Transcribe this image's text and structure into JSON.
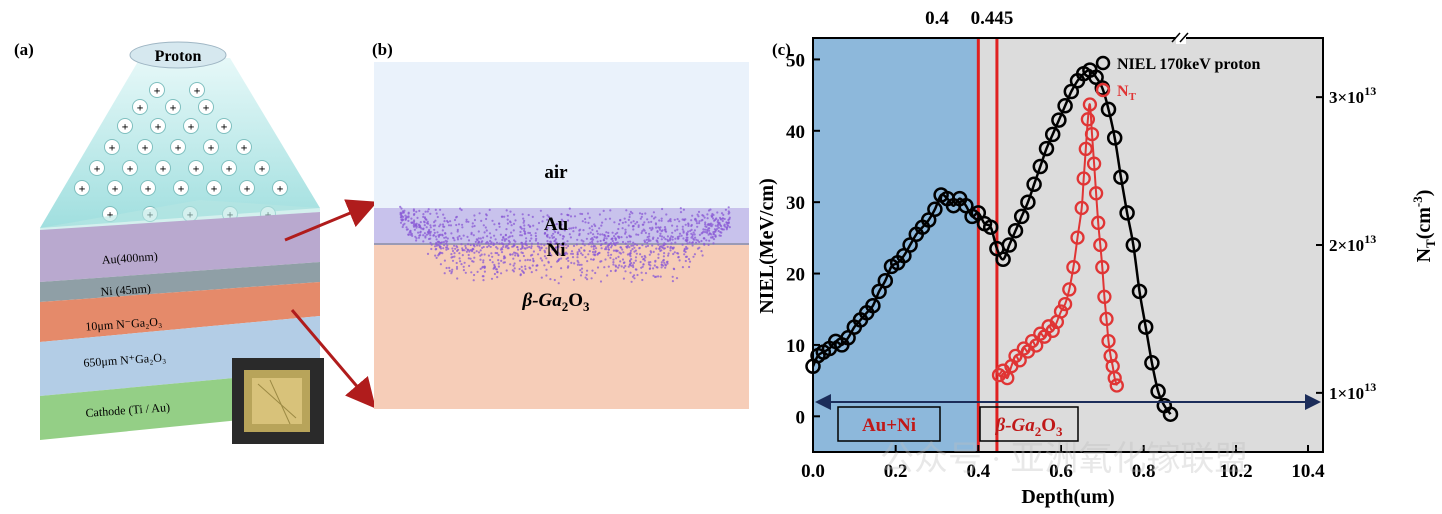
{
  "panel_a": {
    "label": "(a)",
    "source_label": "Proton",
    "layers": [
      {
        "text": "Au(400nm)"
      },
      {
        "text": "Ni  (45nm)"
      },
      {
        "text": "10μm N⁻Ga₂O₃"
      },
      {
        "text": "650μm N⁺Ga₂O₃"
      },
      {
        "text": "Cathode (Ti / Au)"
      }
    ],
    "colors": {
      "beam": "#9fe3e3",
      "au": "#b9a9cf",
      "ni": "#8f9fa6",
      "n_minus": "#e58a6a",
      "n_plus": "#b3cde6",
      "cathode": "#94cf86",
      "arrow": "#b01c1c"
    }
  },
  "panel_b": {
    "label": "(b)",
    "regions": {
      "air": "air",
      "au": "Au",
      "ni": "Ni",
      "substrate_prefix": "β-Ga",
      "sub1": "2",
      "mid": "O",
      "sub2": "3"
    },
    "colors": {
      "air": "#eaf2fb",
      "au": "#c8c2ec",
      "substrate": "#f6cdb8",
      "dots": "#8a5ad6"
    }
  },
  "chart_data": {
    "type": "scatter",
    "panel_label": "(c)",
    "xlabel": "Depth(um)",
    "ylabel": "NIEL(MeV/cm)",
    "y2label_main": "N",
    "y2label_sub": "T",
    "y2label_unit": "(cm",
    "y2label_exp": "-3",
    "y2label_close": ")",
    "xlim": [
      0,
      0.9
    ],
    "ylim": [
      -5,
      53
    ],
    "y2lim": [
      6000000000000.0,
      34000000000000.0
    ],
    "x_ticks": [
      0.0,
      0.2,
      0.4,
      0.6,
      0.8
    ],
    "x_tick_labels": [
      "0.0",
      "0.2",
      "0.4",
      "0.6",
      "0.8"
    ],
    "x_break_tick_labels": [
      "10.2",
      "10.4"
    ],
    "y_ticks": [
      0,
      10,
      20,
      30,
      40,
      50
    ],
    "y_tick_labels": [
      "0",
      "10",
      "20",
      "30",
      "40",
      "50"
    ],
    "y2_ticks": [
      10000000000000.0,
      20000000000000.0,
      30000000000000.0
    ],
    "y2_tick_labels": [
      {
        "base": "1×10",
        "exp": "13"
      },
      {
        "base": "2×10",
        "exp": "13"
      },
      {
        "base": "3×10",
        "exp": "13"
      }
    ],
    "vlines": [
      {
        "x": 0.4,
        "label": "0.4"
      },
      {
        "x": 0.445,
        "label": "0.445"
      }
    ],
    "regions": [
      {
        "name": "Au+Ni",
        "from": 0.0,
        "to": 0.4,
        "color": "#8db8db"
      },
      {
        "name": "β-Ga₂O₃",
        "from": 0.4,
        "to": 0.9,
        "color": "#dcdcdc"
      }
    ],
    "region_box_labels": {
      "au_ni": "Au+Ni",
      "ga_prefix": "β-Ga",
      "ga_sub1": "2",
      "ga_mid": "O",
      "ga_sub2": "3"
    },
    "legend": {
      "position": "top-right",
      "niel_label": "NIEL 170keV proton",
      "nt_main": "N",
      "nt_sub": "T"
    },
    "series": [
      {
        "name": "NIEL 170keV proton",
        "color": "#000000",
        "axis": "left",
        "x": [
          0.0,
          0.012,
          0.025,
          0.04,
          0.055,
          0.07,
          0.085,
          0.1,
          0.115,
          0.13,
          0.145,
          0.16,
          0.175,
          0.19,
          0.205,
          0.22,
          0.235,
          0.25,
          0.265,
          0.28,
          0.295,
          0.31,
          0.325,
          0.34,
          0.355,
          0.37,
          0.385,
          0.4,
          0.415,
          0.43,
          0.445,
          0.46,
          0.475,
          0.49,
          0.505,
          0.52,
          0.535,
          0.55,
          0.565,
          0.58,
          0.595,
          0.61,
          0.625,
          0.64,
          0.655,
          0.67,
          0.685,
          0.7,
          0.715,
          0.73,
          0.745,
          0.76,
          0.775,
          0.79,
          0.805,
          0.82,
          0.835,
          0.85,
          0.865
        ],
        "y": [
          7.0,
          8.5,
          9.0,
          9.5,
          10.5,
          10.0,
          11.0,
          12.5,
          13.5,
          14.5,
          15.5,
          17.5,
          19.0,
          21.0,
          21.5,
          22.5,
          24.0,
          25.5,
          26.5,
          27.5,
          29.0,
          31.0,
          30.5,
          29.5,
          30.5,
          29.5,
          28.0,
          28.5,
          27.0,
          26.5,
          23.5,
          22.0,
          24.0,
          26.0,
          28.0,
          30.0,
          32.5,
          35.0,
          37.5,
          39.5,
          41.5,
          43.5,
          45.5,
          47.0,
          48.0,
          48.5,
          47.5,
          46.0,
          43.0,
          39.0,
          33.5,
          28.5,
          24.0,
          17.5,
          12.5,
          7.5,
          3.5,
          1.5,
          0.3
        ]
      },
      {
        "name": "N",
        "sub": "T",
        "color": "#e03535",
        "axis": "right",
        "x": [
          0.45,
          0.46,
          0.47,
          0.48,
          0.49,
          0.5,
          0.51,
          0.52,
          0.53,
          0.54,
          0.55,
          0.56,
          0.57,
          0.58,
          0.59,
          0.6,
          0.61,
          0.62,
          0.63,
          0.64,
          0.65,
          0.655,
          0.66,
          0.665,
          0.67,
          0.675,
          0.68,
          0.685,
          0.69,
          0.695,
          0.7,
          0.705,
          0.71,
          0.715,
          0.72,
          0.725,
          0.73,
          0.735
        ],
        "y": [
          11200000000000.0,
          11500000000000.0,
          11000000000000.0,
          11800000000000.0,
          12500000000000.0,
          12200000000000.0,
          13000000000000.0,
          12800000000000.0,
          13500000000000.0,
          13200000000000.0,
          14000000000000.0,
          13800000000000.0,
          14500000000000.0,
          14200000000000.0,
          14800000000000.0,
          15500000000000.0,
          16000000000000.0,
          17000000000000.0,
          18500000000000.0,
          20500000000000.0,
          22500000000000.0,
          24500000000000.0,
          26500000000000.0,
          28500000000000.0,
          29500000000000.0,
          27500000000000.0,
          25500000000000.0,
          23500000000000.0,
          21500000000000.0,
          20000000000000.0,
          18500000000000.0,
          16500000000000.0,
          15000000000000.0,
          13500000000000.0,
          12500000000000.0,
          11800000000000.0,
          11000000000000.0,
          10500000000000.0
        ]
      }
    ]
  },
  "watermark": "公众号 · 亚洲氧化镓联盟"
}
